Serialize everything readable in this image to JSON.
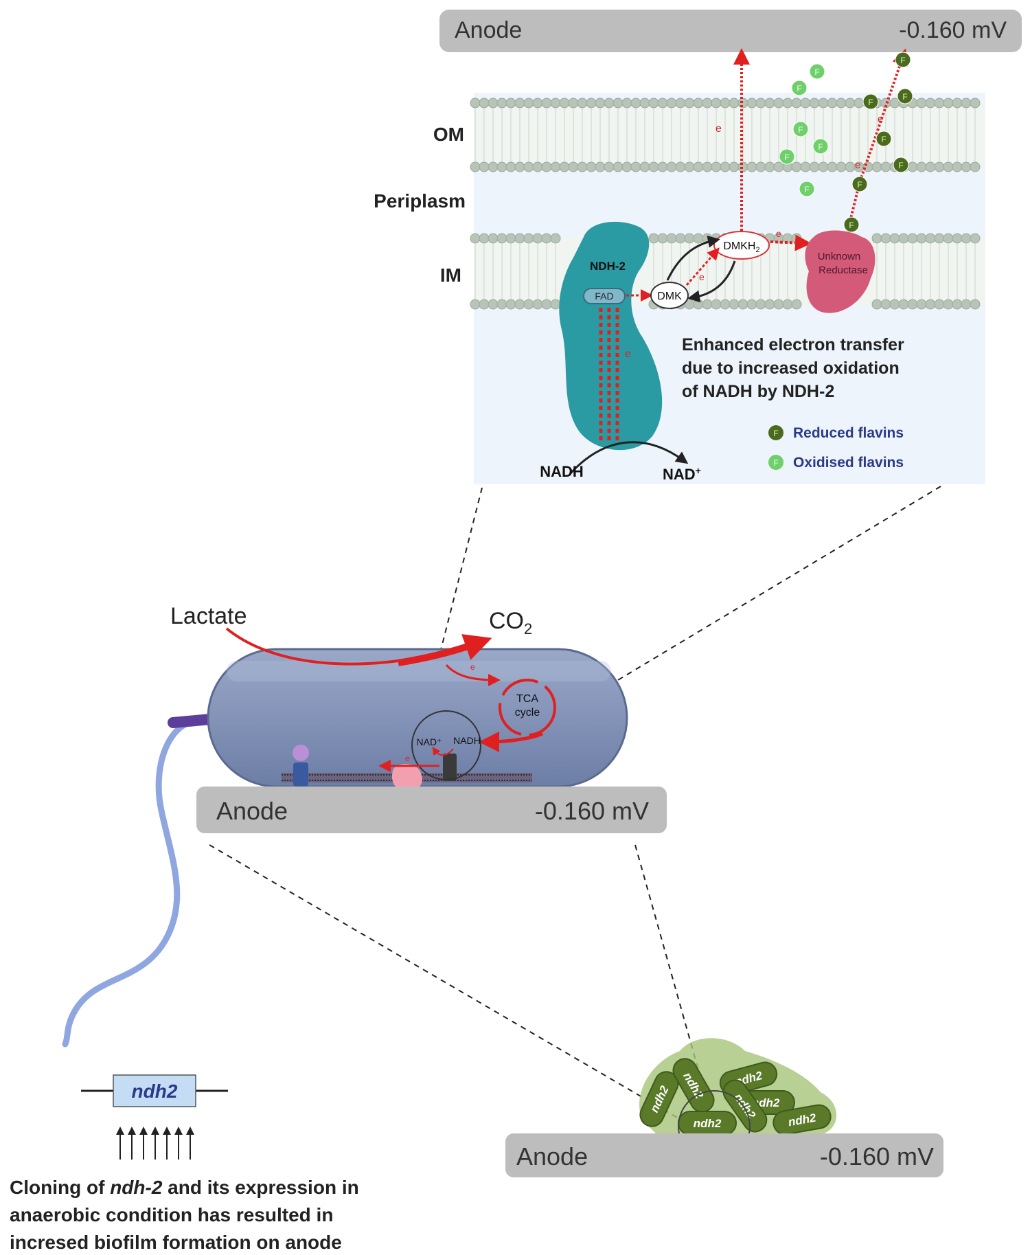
{
  "anode": {
    "label": "Anode",
    "potential": "-0.160 mV"
  },
  "membrane": {
    "outer": "OM",
    "periplasm": "Periplasm",
    "inner": "IM"
  },
  "proteins": {
    "ndh2": "NDH-2",
    "fad": "FAD",
    "dmk": "DMK",
    "dmkh2_base": "DMKH",
    "dmkh2_sub": "2",
    "reductase_line1": "Unknown",
    "reductase_line2": "Reductase"
  },
  "metabolites": {
    "nadh": "NADH",
    "nad_base": "NAD",
    "nad_sup": "+",
    "lactate": "Lactate",
    "co2_base": "CO",
    "co2_sub": "2",
    "tca_line1": "TCA",
    "tca_line2": "cycle",
    "nad_small": "NAD⁺",
    "nadh_small": "NADH"
  },
  "electron": {
    "base": "e",
    "sup": "-"
  },
  "flavin": {
    "letter": "F",
    "reduced_label": "Reduced flavins",
    "oxidised_label": "Oxidised flavins",
    "reduced_color": "#4a6b1e",
    "oxidised_color": "#6fcf6a"
  },
  "annotation": {
    "line1": "Enhanced electron transfer",
    "line2": "due to increased oxidation",
    "line3": "of NADH by NDH-2"
  },
  "gene": {
    "name": "ndh2"
  },
  "caption": {
    "line1_pre": "Cloning of ",
    "line1_italic": "ndh-2",
    "line1_post": " and its expression in",
    "line2": "anaerobic condition has resulted in",
    "line3": "incresed biofilm formation on anode"
  },
  "colors": {
    "anode_bar": "#bdbdbd",
    "periplasm_bg": "#eef4fb",
    "ndh2_protein": "#2a9aa3",
    "reductase": "#d45a7a",
    "cell_body": "#7f8fb3",
    "electron_arrow": "#e02020",
    "biofilm_cell": "#5a7a2a",
    "biofilm_halo": "#a8c47a"
  }
}
